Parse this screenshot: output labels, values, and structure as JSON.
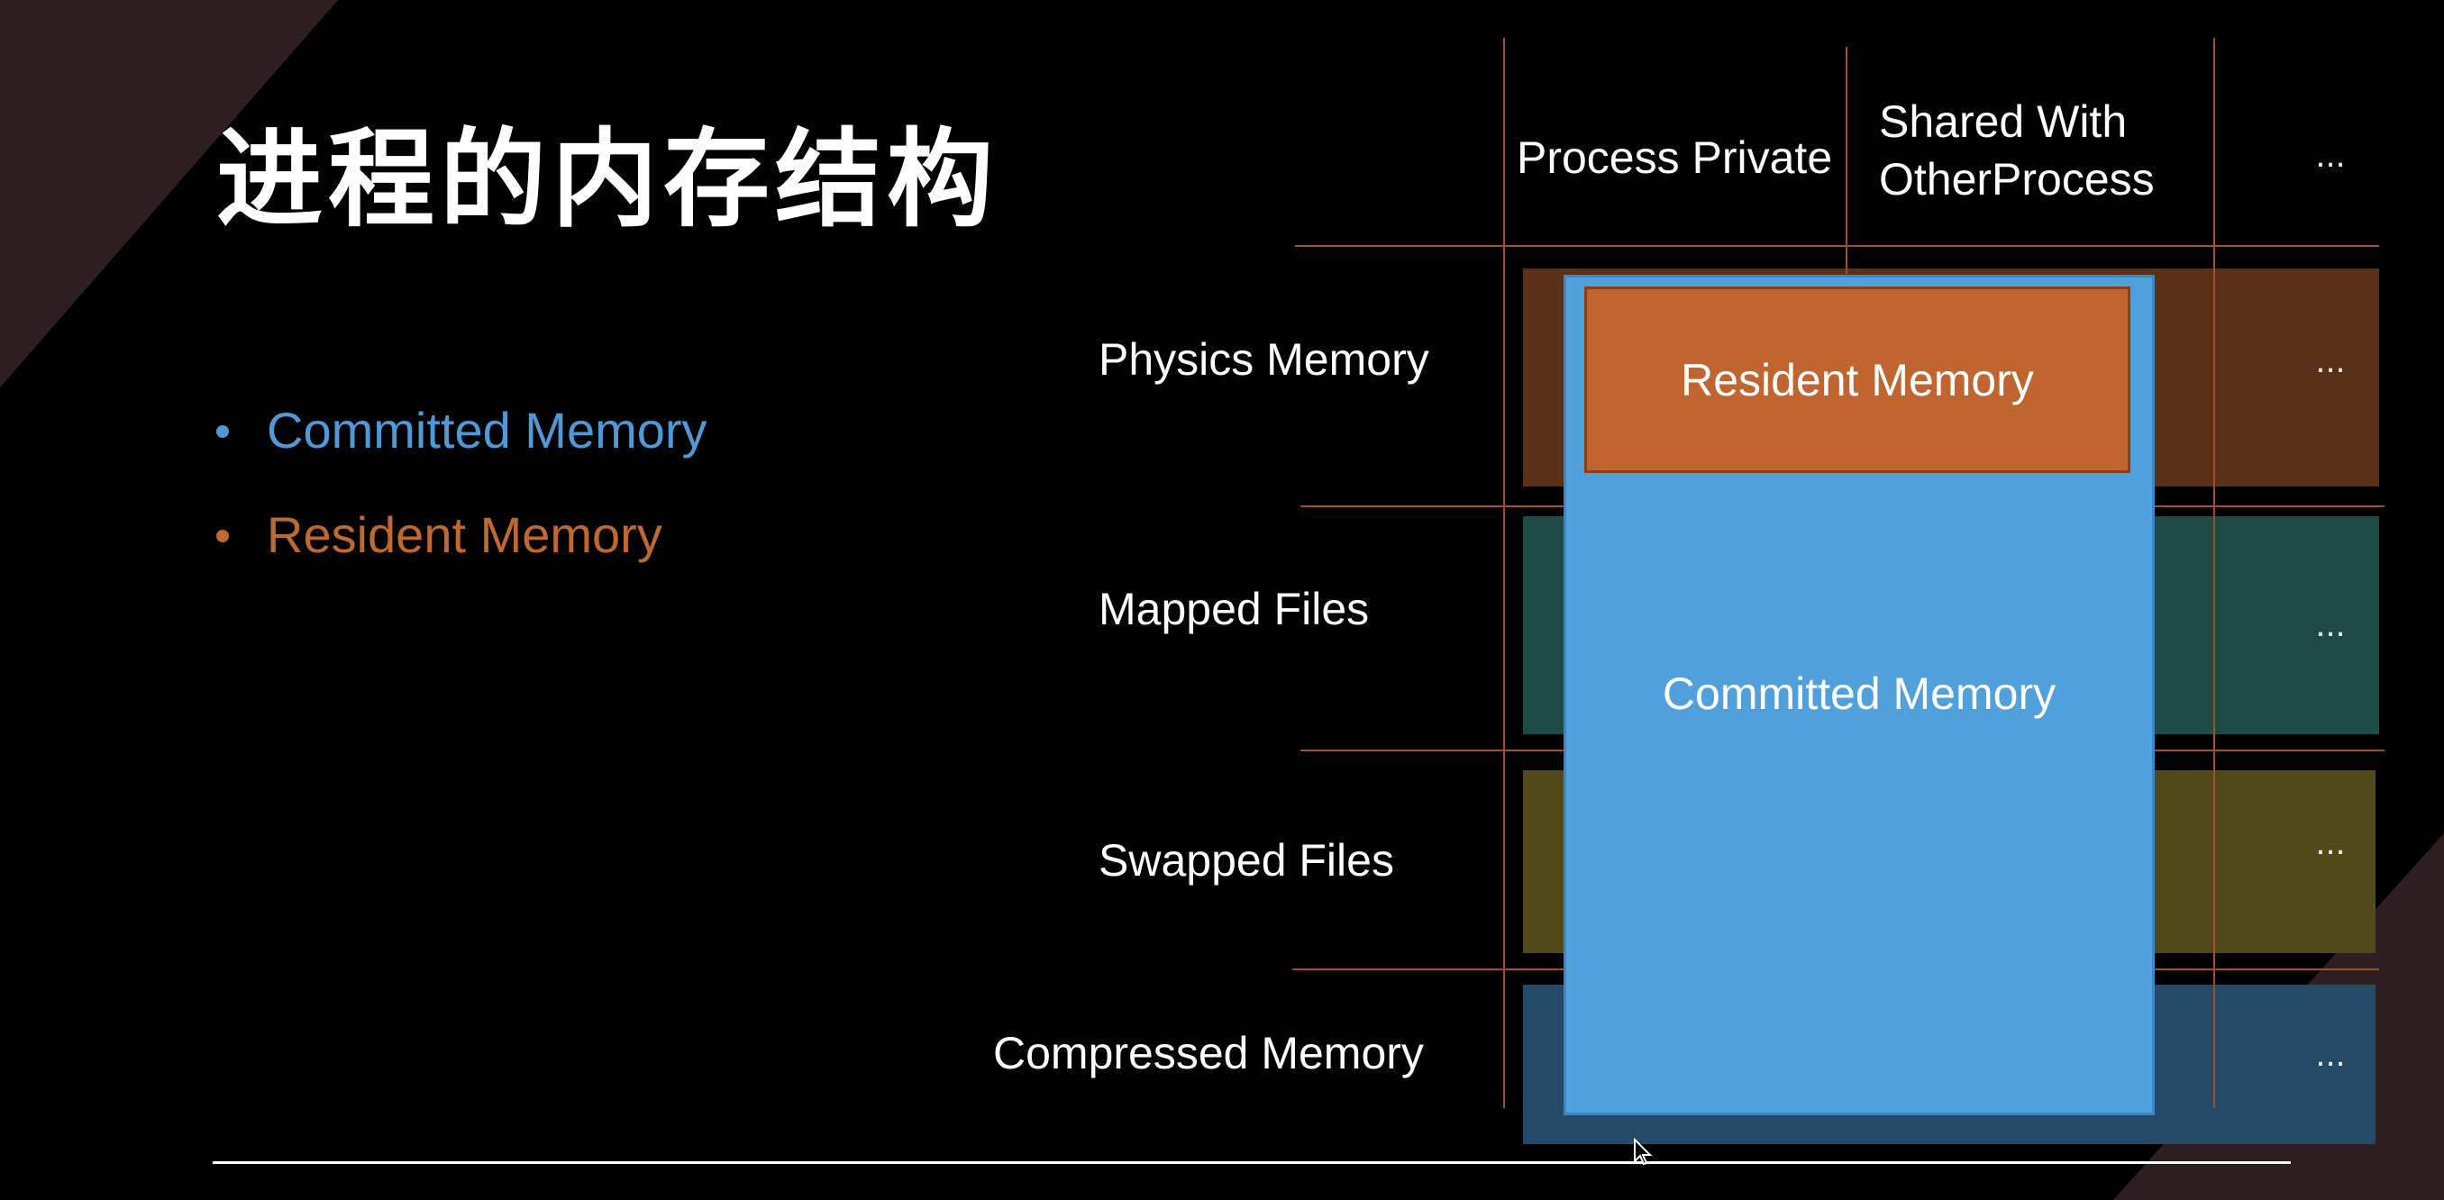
{
  "slide": {
    "title": "进程的内存结构",
    "bullets": [
      {
        "label": "Committed Memory",
        "color": "#4e9ad8"
      },
      {
        "label": "Resident Memory",
        "color": "#c0692e"
      }
    ]
  },
  "diagram": {
    "columns": [
      {
        "label": "Process Private"
      },
      {
        "label_line1": "Shared With",
        "label_line2": "OtherProcess"
      },
      {
        "label": "..."
      }
    ],
    "rows": [
      {
        "label": "Physics Memory",
        "color": "#5a3118",
        "ellipsis": "..."
      },
      {
        "label": "Mapped Files",
        "color": "#1e4a46",
        "ellipsis": "..."
      },
      {
        "label": "Swapped Files",
        "color": "#504a18",
        "ellipsis": "..."
      },
      {
        "label": "Compressed Memory",
        "color": "#244a68",
        "ellipsis": "..."
      }
    ],
    "committed_box": {
      "label": "Committed Memory",
      "color": "#50a0dc"
    },
    "resident_box": {
      "label": "Resident Memory",
      "color": "#c06530"
    },
    "grid_line_color": "#a0502a"
  }
}
